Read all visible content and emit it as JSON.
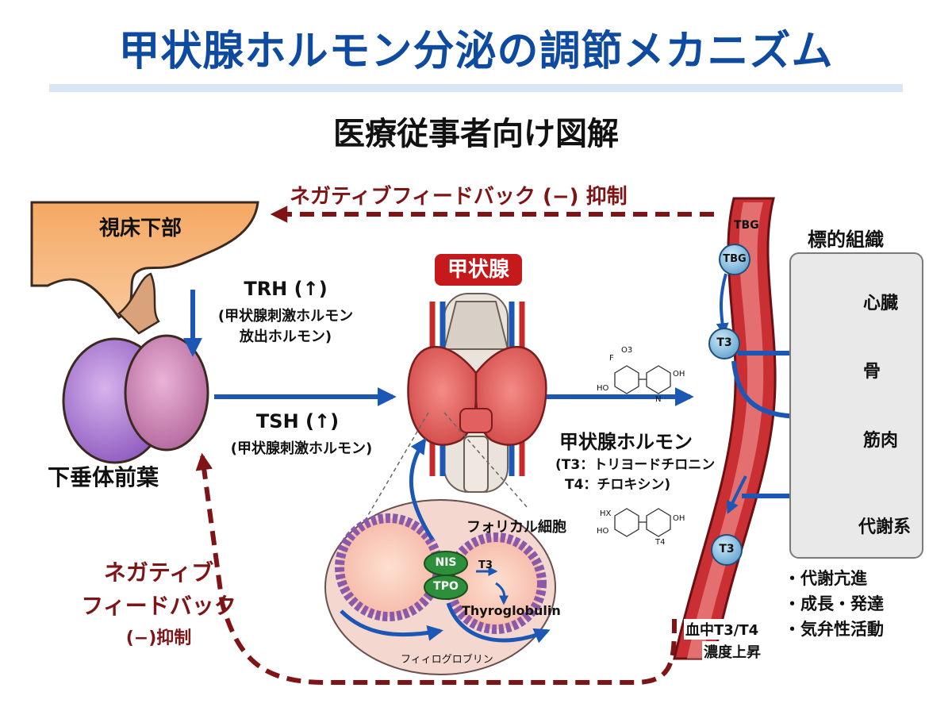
{
  "title": "甲状腺ホルモン分泌の調節メカニズム",
  "subtitle": "医療従事者向け図解",
  "feedback_top": "ネガティブフィードバック (−) 抑制",
  "feedback_left": {
    "line1": "ネガティブ",
    "line2": "フィードバック",
    "line3": "(−)抑制"
  },
  "hypothalamus": "視床下部",
  "pituitary": "下垂体前葉",
  "trh": {
    "label": "TRH (↑)",
    "desc1": "(甲状腺刺激ホルモン",
    "desc2": "放出ホルモン)"
  },
  "tsh": {
    "label": "TSH (↑)",
    "desc": "(甲状腺刺激ホルモン)"
  },
  "thyroid": "甲状腺",
  "hormone": {
    "label": "甲状腺ホルモン",
    "t3": "(T3：トリヨードチロニン",
    "t4": "T4：チロキシン)"
  },
  "follicle": {
    "cell": "フォリカル細胞",
    "nis": "NIS",
    "tpo": "TPO",
    "t3": "T3",
    "thyroglobulin": "Thyroglobulin",
    "colloid": "フィィログロブリン"
  },
  "molecule_labels": {
    "f": "F",
    "o3": "O3",
    "ho": "HO",
    "oh": "OH",
    "n": "N",
    "hx": "HX",
    "t4": "T4"
  },
  "blood": {
    "tbg_top": "TBG",
    "tbg_bubble": "TBG",
    "t3_upper": "T3",
    "t3_lower": "T3",
    "level1": "血中T3/T4",
    "level2": "濃度上昇"
  },
  "targets": {
    "title": "標的組織",
    "heart": "心臓",
    "bone": "骨",
    "muscle": "筋肉",
    "metabolism": "代謝系"
  },
  "effects": [
    "・代謝亢進",
    "・成長・発達",
    "・気弁性活動"
  ],
  "colors": {
    "title_blue": "#0d4aa0",
    "arrow_blue": "#1c57b5",
    "feedback_red": "#7f1416",
    "thyroid_red": "#c5191b",
    "vessel_red": "#c92f33"
  }
}
